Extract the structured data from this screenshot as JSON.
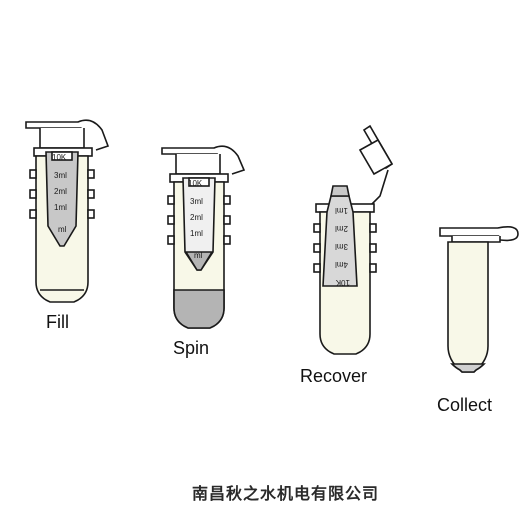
{
  "steps": [
    {
      "label": "Fill",
      "filter_label": "10K",
      "marks": [
        "3ml",
        "2ml",
        "1ml",
        "ml"
      ]
    },
    {
      "label": "Spin",
      "filter_label": "10K",
      "marks": [
        "3ml",
        "2ml",
        "1ml",
        "ml"
      ]
    },
    {
      "label": "Recover",
      "filter_label": "10K",
      "marks": [
        "1ml",
        "2ml",
        "3ml",
        "4ml"
      ]
    },
    {
      "label": "Collect"
    }
  ],
  "watermark": "南昌秋之水机电有限公司",
  "colors": {
    "outline": "#1a1a1a",
    "tube_fill": "#f8f8e8",
    "filter_grey": "#c8c8c8",
    "spin_grey": "#b4b4b4",
    "collect_grey": "#d0d0d0"
  }
}
